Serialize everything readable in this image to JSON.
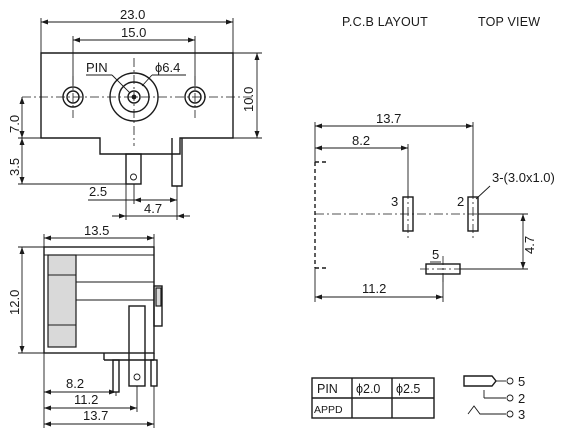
{
  "headers": {
    "pcb_layout": "P.C.B LAYOUT",
    "top_view": "TOP VIEW"
  },
  "front_view": {
    "width_overall": "23.0",
    "hole_spacing": "15.0",
    "pin_label": "PIN",
    "hole_diameter": "ϕ6.4",
    "height_right": "10.0",
    "height_upper": "7.0",
    "height_lower": "3.5",
    "pin_offset": "2.5",
    "pin_width": "4.7"
  },
  "side_view": {
    "width": "13.5",
    "height": "12.0",
    "pin_pos_1": "8.2",
    "pin_pos_2": "11.2",
    "pin_pos_3": "13.7"
  },
  "pcb": {
    "dim_top": "13.7",
    "dim_second": "8.2",
    "slot_note": "3-(3.0x1.0)",
    "pad_label_3": "3",
    "pad_label_2": "2",
    "pad_label_5": "5",
    "dim_vertical": "4.7",
    "dim_bottom": "11.2"
  },
  "table": {
    "col_pin": "PIN",
    "col_20": "ϕ2.0",
    "col_25": "ϕ2.5",
    "row_label": "APPD"
  },
  "schematic": {
    "pin_5": "5",
    "pin_2": "2",
    "pin_3": "3"
  }
}
